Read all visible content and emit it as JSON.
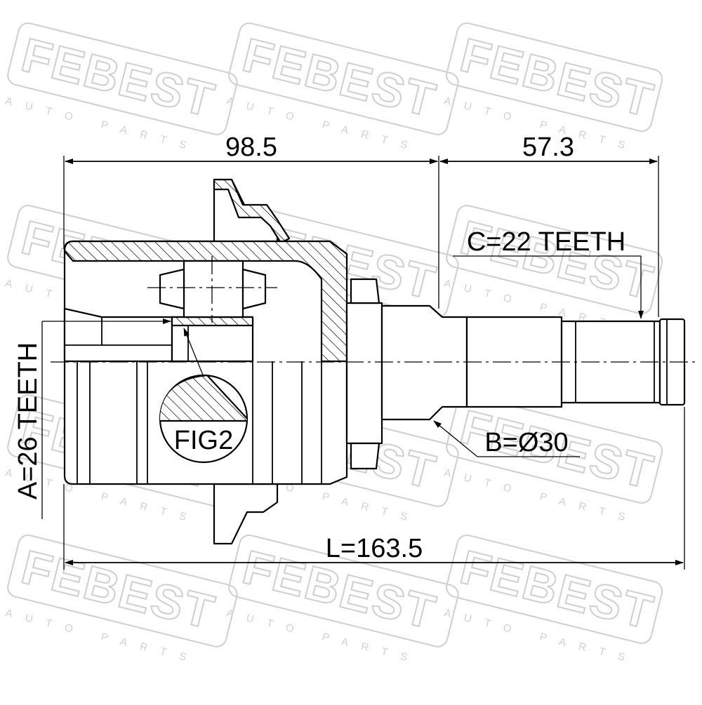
{
  "watermark": {
    "brand": "FEBEST",
    "subtitle": "AUTO PARTS"
  },
  "dimensions": {
    "housing_length": "98.5",
    "shaft_length": "57.3",
    "total_length": "L=163.5"
  },
  "callouts": {
    "outer_spline": "C=22 TEETH",
    "inner_spline": "A=26 TEETH",
    "shaft_diameter": "B=Ø30",
    "detail": "FIG2"
  }
}
